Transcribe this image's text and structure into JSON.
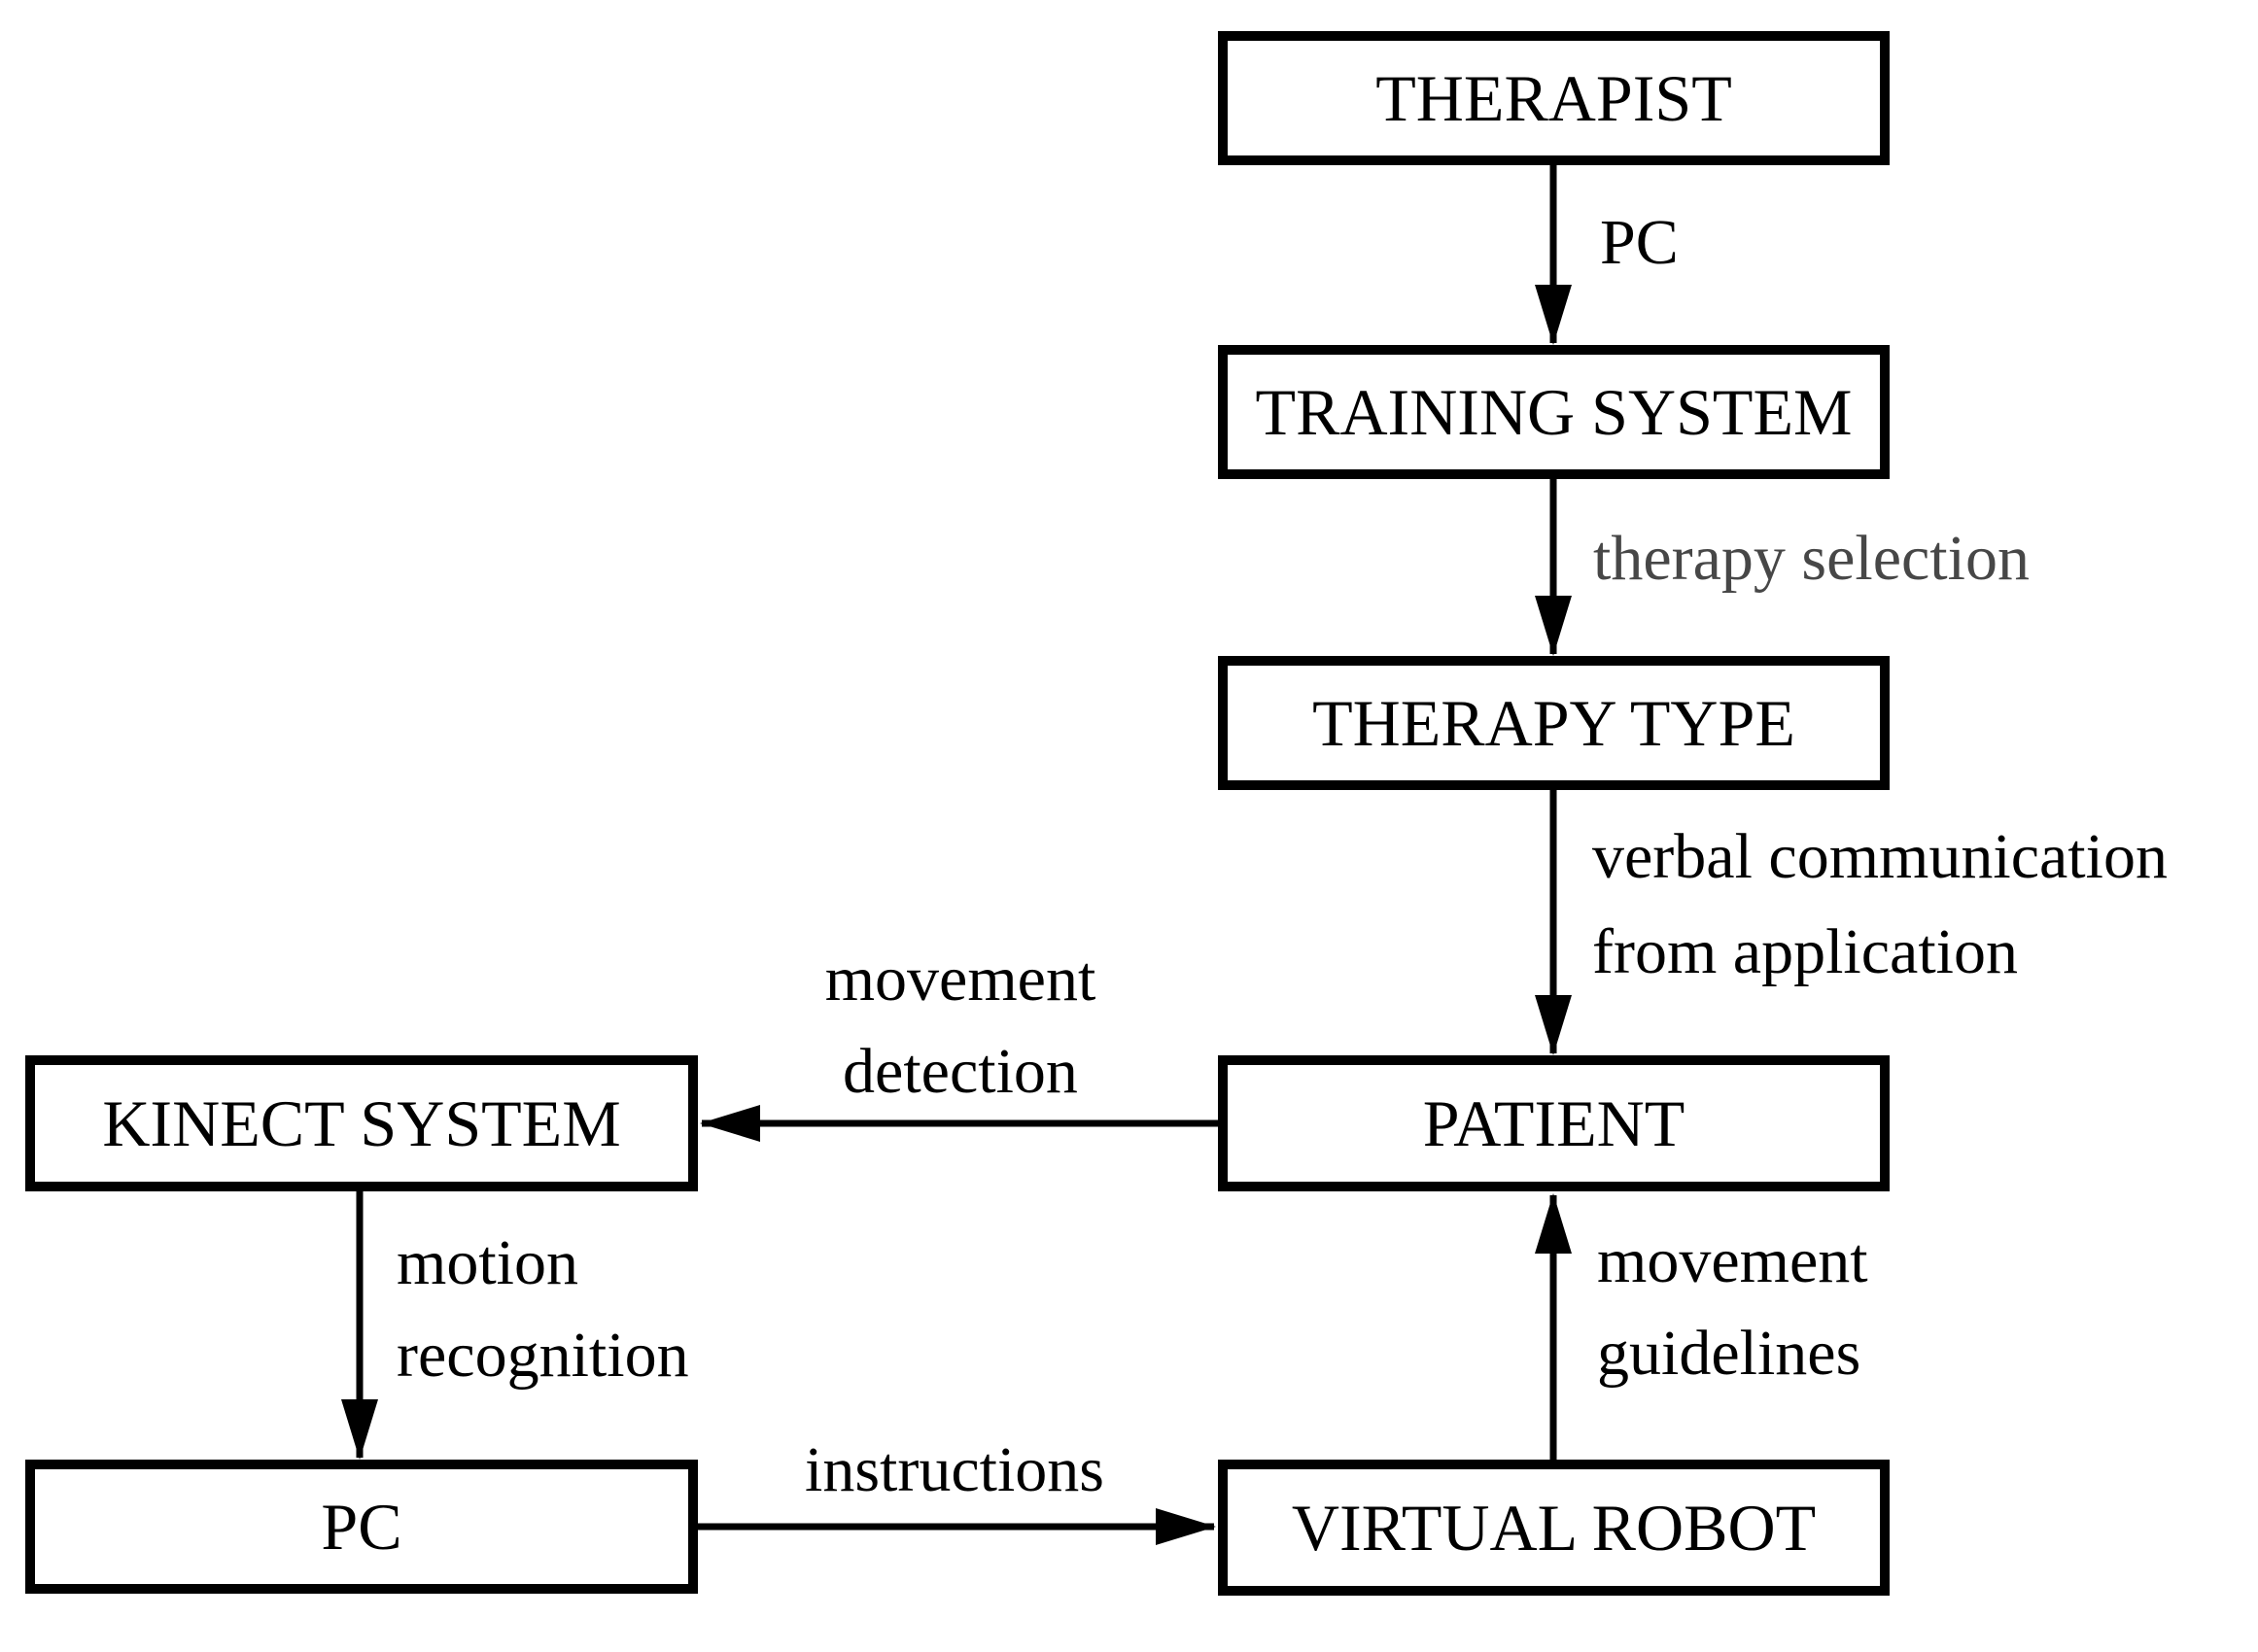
{
  "diagram": {
    "nodes": {
      "therapist": "THERAPIST",
      "training_system": "TRAINING SYSTEM",
      "therapy_type": "THERAPY TYPE",
      "patient": "PATIENT",
      "kinect_system": "KINECT SYSTEM",
      "pc": "PC",
      "virtual_robot": "VIRTUAL ROBOT"
    },
    "edge_labels": {
      "pc": "PC",
      "therapy_selection": "therapy selection",
      "verbal_communication": {
        "line1": "verbal communication",
        "line2": "from application"
      },
      "movement_detection": {
        "line1": "movement",
        "line2": "detection"
      },
      "motion_recognition": {
        "line1": "motion",
        "line2": "recognition"
      },
      "instructions": "instructions",
      "movement_guidelines": {
        "line1": "movement",
        "line2": "guidelines"
      }
    },
    "colors": {
      "background": "#ffffff",
      "line": "#000000",
      "text": "#000000",
      "muted_text": "#474747"
    }
  }
}
